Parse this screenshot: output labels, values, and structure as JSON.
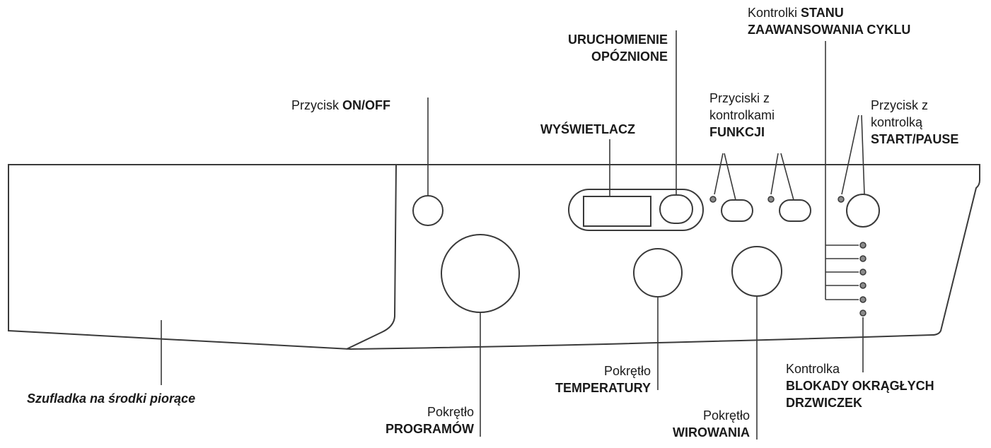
{
  "labels": {
    "on_off": {
      "prefix": "Przycisk ",
      "bold": "ON/OFF"
    },
    "display": "WYŚWIETLACZ",
    "delay_start": {
      "line1": "URUCHOMIENIE",
      "line2": "OPÓZNIONE"
    },
    "function_buttons": {
      "line1": "Przyciski z",
      "line2": "kontrolkami",
      "line3": "FUNKCJI"
    },
    "cycle_progress": {
      "prefix": "Kontrolki ",
      "bold1": "STANU",
      "line2": "ZAAWANSOWANIA CYKLU"
    },
    "start_pause": {
      "line1": "Przycisk z",
      "line2": "kontrolką",
      "line3": "START/PAUSE"
    },
    "drawer": "Szufladka na środki piorące",
    "program_knob": {
      "line1": "Pokrętło",
      "line2": "PROGRAMÓW"
    },
    "temperature_knob": {
      "line1": "Pokrętło",
      "line2": "TEMPERATURY"
    },
    "spin_knob": {
      "line1": "Pokrętło",
      "line2": "WIROWANIA"
    },
    "door_lock": {
      "line1": "Kontrolka",
      "line2": "BLOKADY OKRĄGŁYCH",
      "line3": "DRZWICZEK"
    }
  },
  "colors": {
    "line": "#3a3a3a",
    "led": "#8a8a8a",
    "panel": "#ffffff"
  }
}
